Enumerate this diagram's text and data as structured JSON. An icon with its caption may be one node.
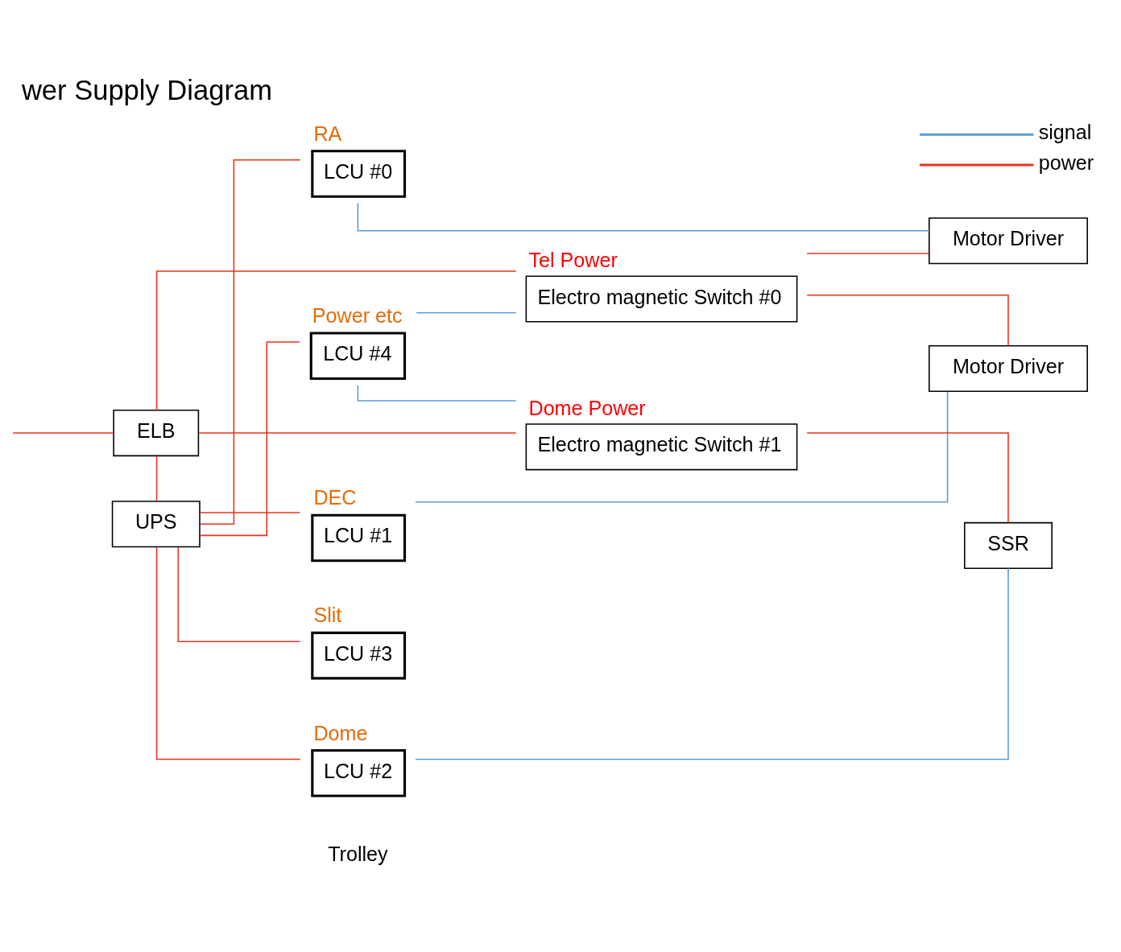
{
  "diagram": {
    "title": "wer Supply Diagram",
    "nodes": [
      {
        "text": [
          "ELB"
        ]
      },
      {
        "text": [
          "UPS"
        ]
      },
      {
        "text": [
          "RA",
          "LCU #0"
        ]
      },
      {
        "text": [
          "DEC",
          "LCU #1"
        ]
      },
      {
        "text": [
          "Dome",
          "LCU #2"
        ]
      },
      {
        "text": [
          "Power etc",
          "LCU #4"
        ]
      },
      {
        "text": [
          "Slit",
          "LCU #3"
        ]
      },
      {
        "text": [
          "Motor Driver"
        ]
      },
      {
        "text": [
          "Motor Driver"
        ]
      },
      {
        "text": [
          "SSR"
        ]
      },
      {
        "text": [
          "Tel Power",
          "Electro magnetic Switch #0"
        ]
      },
      {
        "text": [
          "Dome Power",
          "Electro magnetic Switch #1"
        ]
      }
    ],
    "edges": [
      {
        "from": null,
        "to": 0,
        "arrow": "none"
      },
      {
        "from": 0,
        "to": 1,
        "arrow": "none"
      },
      {
        "from": 0,
        "to": 10,
        "arrow": "none"
      },
      {
        "from": 0,
        "to": 11,
        "arrow": "none"
      },
      {
        "from": 1,
        "to": 2,
        "arrow": "none"
      },
      {
        "from": 1,
        "to": 3,
        "arrow": "none"
      },
      {
        "from": 1,
        "to": 4,
        "arrow": "none"
      },
      {
        "from": 1,
        "to": 5,
        "arrow": "none"
      },
      {
        "from": 1,
        "to": 6,
        "arrow": "none"
      },
      {
        "from": 2,
        "to": 7,
        "arrow": "none",
        "color": "#5b9bd5"
      },
      {
        "from": 3,
        "to": 8,
        "arrow": "none",
        "color": "#5b9bd5"
      },
      {
        "from": 4,
        "to": 9,
        "arrow": "none",
        "color": "#5b9bd5"
      },
      {
        "from": 5,
        "to": 10,
        "arrow": "none",
        "color": "#5b9bd5"
      },
      {
        "from": 5,
        "to": 11,
        "arrow": "none",
        "color": "#5b9bd5"
      },
      {
        "from": 10,
        "to": 7,
        "arrow": "none"
      },
      {
        "from": 10,
        "to": 8,
        "arrow": "none"
      },
      {
        "from": 11,
        "to": 9,
        "arrow": "none"
      }
    ],
    "labels": [
      "Trolley"
    ],
    "legend": [
      {
        "text": "signal"
      },
      {
        "text": "power"
      }
    ]
  }
}
